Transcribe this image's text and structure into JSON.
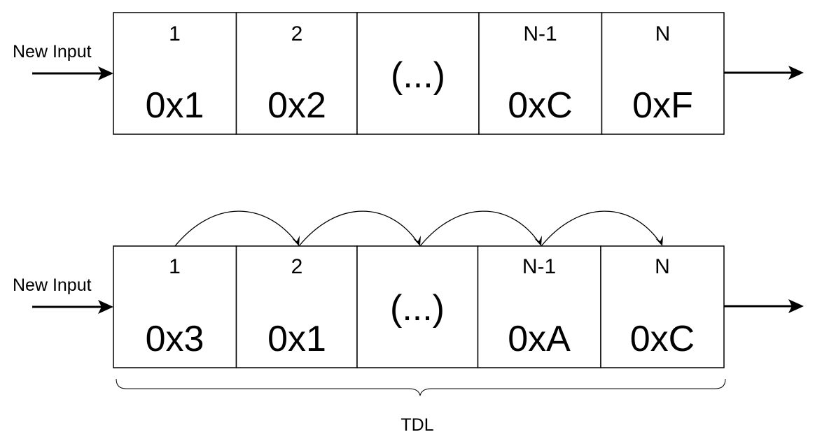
{
  "registers": [
    {
      "input_label": "New Input",
      "cells": [
        {
          "index": "1",
          "value": "0x1"
        },
        {
          "index": "2",
          "value": "0x2"
        },
        {
          "index": "",
          "value": "(...)"
        },
        {
          "index": "N-1",
          "value": "0xC"
        },
        {
          "index": "N",
          "value": "0xF"
        }
      ]
    },
    {
      "input_label": "New Input",
      "cells": [
        {
          "index": "1",
          "value": "0x3"
        },
        {
          "index": "2",
          "value": "0x1"
        },
        {
          "index": "",
          "value": "(...)"
        },
        {
          "index": "N-1",
          "value": "0xA"
        },
        {
          "index": "N",
          "value": "0xC"
        }
      ]
    }
  ],
  "brace_label": "TDL",
  "colors": {
    "stroke": "#000000",
    "cell_fill": "#ffffff",
    "background": "#ffffff"
  }
}
